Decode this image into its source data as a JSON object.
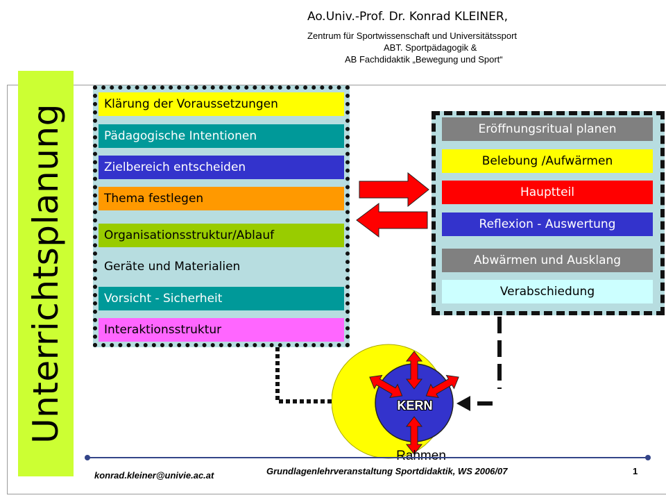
{
  "header": {
    "author": "Ao.Univ.-Prof. Dr. Konrad KLEINER,",
    "line1": "Zentrum für Sportwissenschaft und Universitätssport",
    "line2": "ABT. Sportpädagogik &",
    "line3": "AB Fachdidaktik „Bewegung und Sport“"
  },
  "vertical_title": "Unterrichtsplanung",
  "left_items": [
    {
      "label": "Klärung der Voraussetzungen",
      "bg": "#ffff00",
      "fg": "#000000"
    },
    {
      "label": "Pädagogische Intentionen",
      "bg": "#009999",
      "fg": "#ffffff"
    },
    {
      "label": "Zielbereich entscheiden",
      "bg": "#3333cc",
      "fg": "#ffffff"
    },
    {
      "label": "Thema festlegen",
      "bg": "#ff9900",
      "fg": "#000000"
    },
    {
      "label": "Organisationsstruktur/Ablauf",
      "bg": "#99cc00",
      "fg": "#000000"
    },
    {
      "label": "Geräte und Materialien",
      "bg": "#b7dde0",
      "fg": "#000000"
    },
    {
      "label": "Vorsicht - Sicherheit",
      "bg": "#009999",
      "fg": "#ffffff"
    },
    {
      "label": "Interaktionsstruktur",
      "bg": "#ff66ff",
      "fg": "#000000"
    }
  ],
  "right_items": [
    {
      "label": "Eröffnungsritual  planen",
      "bg": "#808080",
      "fg": "#ffffff"
    },
    {
      "label": "Belebung /Aufwärmen",
      "bg": "#ffff00",
      "fg": "#000000"
    },
    {
      "label": "Hauptteil",
      "bg": "#ff0000",
      "fg": "#ffffff"
    },
    {
      "label": "Reflexion - Auswertung",
      "bg": "#3333cc",
      "fg": "#ffffff"
    },
    {
      "label": "Abwärmen und Ausklang",
      "bg": "#808080",
      "fg": "#ffffff"
    },
    {
      "label": "Verabschiedung",
      "bg": "#ccffff",
      "fg": "#000000"
    }
  ],
  "kern_label": "KERN",
  "rahmen_label": "Rahmen",
  "footer": {
    "email": "konrad.kleiner@univie.ac.at",
    "course": "Grundlagenlehrveranstaltung Sportdidaktik, WS 2006/07",
    "page": "1"
  },
  "colors": {
    "panel": "#b7dde0",
    "title_bar": "#ccff33",
    "arrow": "#ff0000",
    "outer_circle": "#ffff00",
    "inner_circle": "#3333cc"
  }
}
